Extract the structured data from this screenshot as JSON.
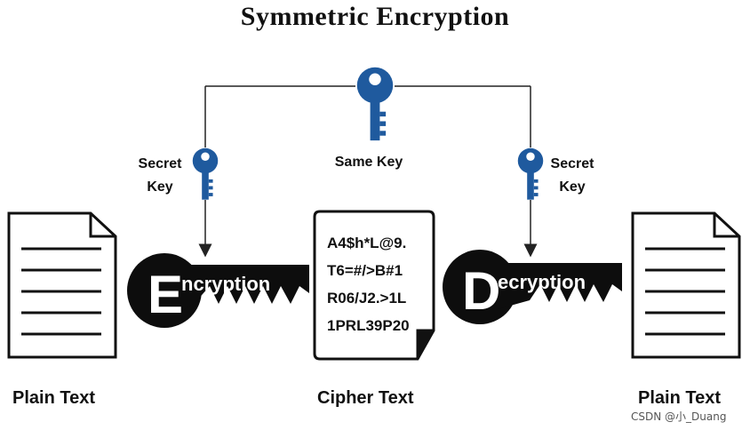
{
  "title": "Symmetric Encryption",
  "keys": {
    "left_label_line1": "Secret",
    "left_label_line2": "Key",
    "center_label": "Same Key",
    "right_label_line1": "Secret",
    "right_label_line2": "Key"
  },
  "encryption": {
    "initial": "E",
    "rest": "ncryption"
  },
  "decryption": {
    "initial": "D",
    "rest": "ecryption"
  },
  "cipher_lines": [
    "A4$h*L@9.",
    "T6=#/>B#1",
    "R06/J2.>1L",
    "1PRL39P20"
  ],
  "captions": {
    "left": "Plain Text",
    "center": "Cipher Text",
    "right": "Plain Text"
  },
  "watermark": "CSDN @小_Duang",
  "colors": {
    "key_blue": "#1f5a9e",
    "badge_black": "#0d0d0d",
    "line": "#222222"
  },
  "icons": [
    "key-icon",
    "document-icon",
    "cipher-document-icon",
    "encryption-key-badge",
    "decryption-key-badge"
  ]
}
